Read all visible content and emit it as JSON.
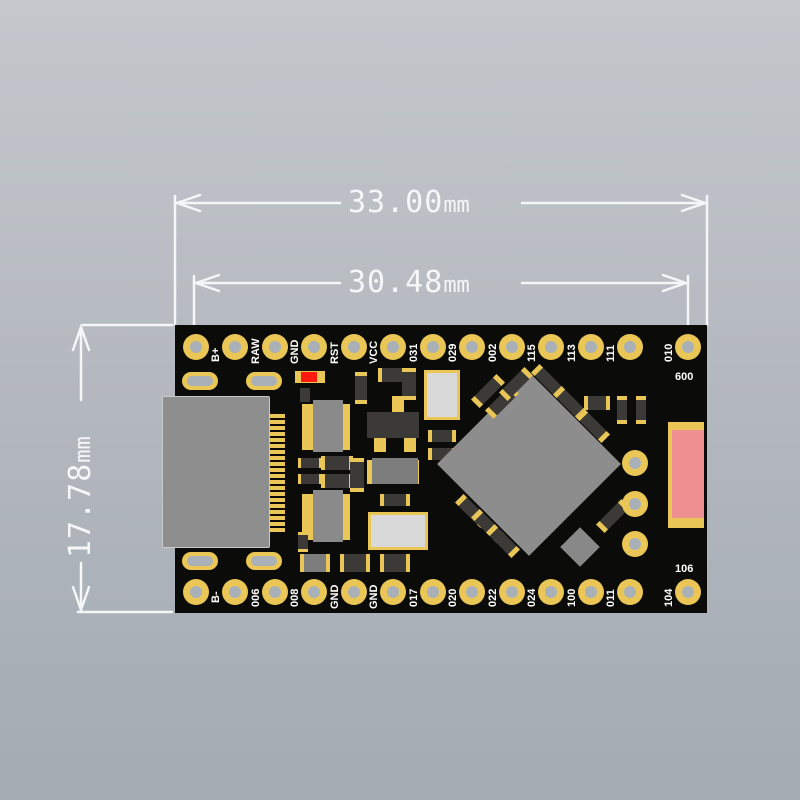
{
  "dimensions": {
    "overall_length": {
      "value": "33.00",
      "unit": "mm"
    },
    "pin_row_span": {
      "value": "30.48",
      "unit": "mm"
    },
    "width": {
      "value": "17.78",
      "unit": "mm"
    }
  },
  "board": {
    "top_pins": [
      "B+",
      "RAW",
      "GND",
      "RST",
      "VCC",
      "031",
      "029",
      "002",
      "115",
      "113",
      "111",
      "010"
    ],
    "bottom_pins": [
      "B-",
      "006",
      "008",
      "GND",
      "GND",
      "017",
      "020",
      "022",
      "024",
      "100",
      "011",
      "104"
    ],
    "corner_labels": {
      "top_right": "600",
      "bottom_right": "106"
    },
    "side_holes": 3
  },
  "colors": {
    "background_top": "#c4c8cd",
    "background_bottom": "#a4abb3",
    "board": "#0b0b09",
    "pad_gold": "#e9c655",
    "led_red": "#ff1a10",
    "connector_pink": "#ef8f91",
    "dimension_lines": "#f4f6f8"
  }
}
